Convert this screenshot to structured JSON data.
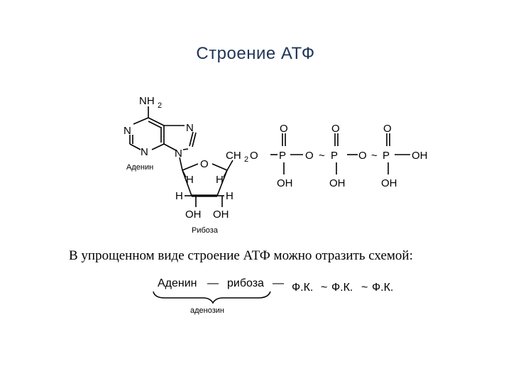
{
  "title": "Строение АТФ",
  "molecule": {
    "atoms": {
      "nh2": "NH",
      "nh2_sub": "2",
      "n1": "N",
      "n3": "N",
      "n7": "N",
      "n9": "N",
      "ring_o": "O",
      "h_c1": "H",
      "h_c2_top": "H",
      "h_c4": "H",
      "h_c3": "H",
      "oh_c3": "OH",
      "oh_c2": "OH",
      "ch2": "CH",
      "ch2_sub": "2",
      "o_link1": "O",
      "p1": "P",
      "p1_top_o": "O",
      "p1_oh": "OH",
      "o_link2": "O",
      "tilde1": "~",
      "p2": "P",
      "p2_top_o": "O",
      "p2_oh": "OH",
      "o_link3": "O",
      "tilde2": "~",
      "p3": "P",
      "p3_top_o": "O",
      "p3_oh_bottom": "OH",
      "p3_oh_right": "OH"
    },
    "label_adenine": "Аденин",
    "label_ribose": "Рибоза"
  },
  "caption": "В упрощенном виде строение АТФ можно отразить схемой:",
  "scheme": {
    "adenine": "Аденин",
    "dash1": "—",
    "ribose": "рибоза",
    "dash2": "—",
    "pk1": "Ф.К.",
    "tilde1": "~",
    "pk2": "Ф.К.",
    "tilde2": "~",
    "pk3": "Ф.К.",
    "brace_label": "аденозин"
  }
}
